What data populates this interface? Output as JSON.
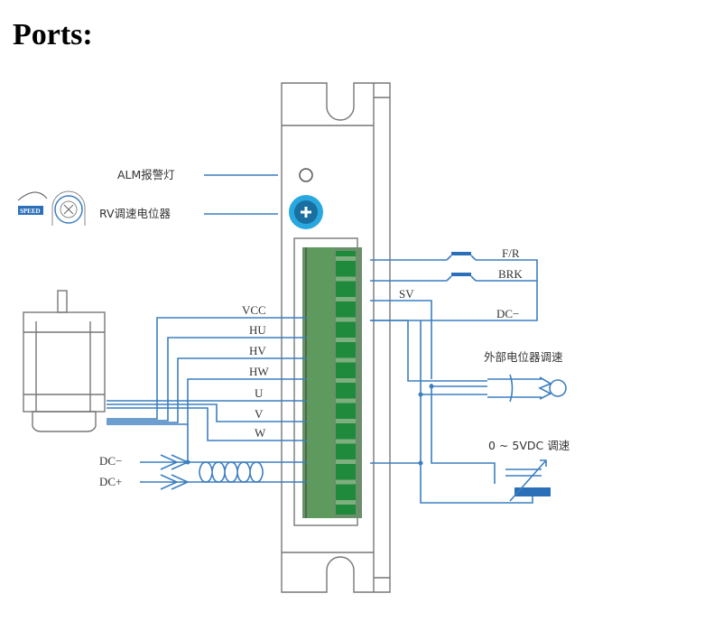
{
  "heading": "Ports:",
  "diagram": {
    "left_labels": {
      "alm": "ALM报警灯",
      "rv": "RV调速电位器",
      "speed_badge": "SPEED"
    },
    "motor_pins": [
      "VCC",
      "HU",
      "HV",
      "HW",
      "U",
      "V",
      "W"
    ],
    "power_inputs": [
      "DC−",
      "DC+"
    ],
    "right_labels": {
      "fr": "F/R",
      "brk": "BRK",
      "sv": "SV",
      "dcm": "DC−",
      "ext_pot": "外部电位器调速",
      "analog": "0 ~ 5VDC 调速"
    },
    "colors": {
      "wire": "#3c7fc0",
      "terminal": "#5e9a5e",
      "terminal_dark": "#1f8a3c",
      "knob": "#29a8e0",
      "housing": "#efefef"
    }
  }
}
